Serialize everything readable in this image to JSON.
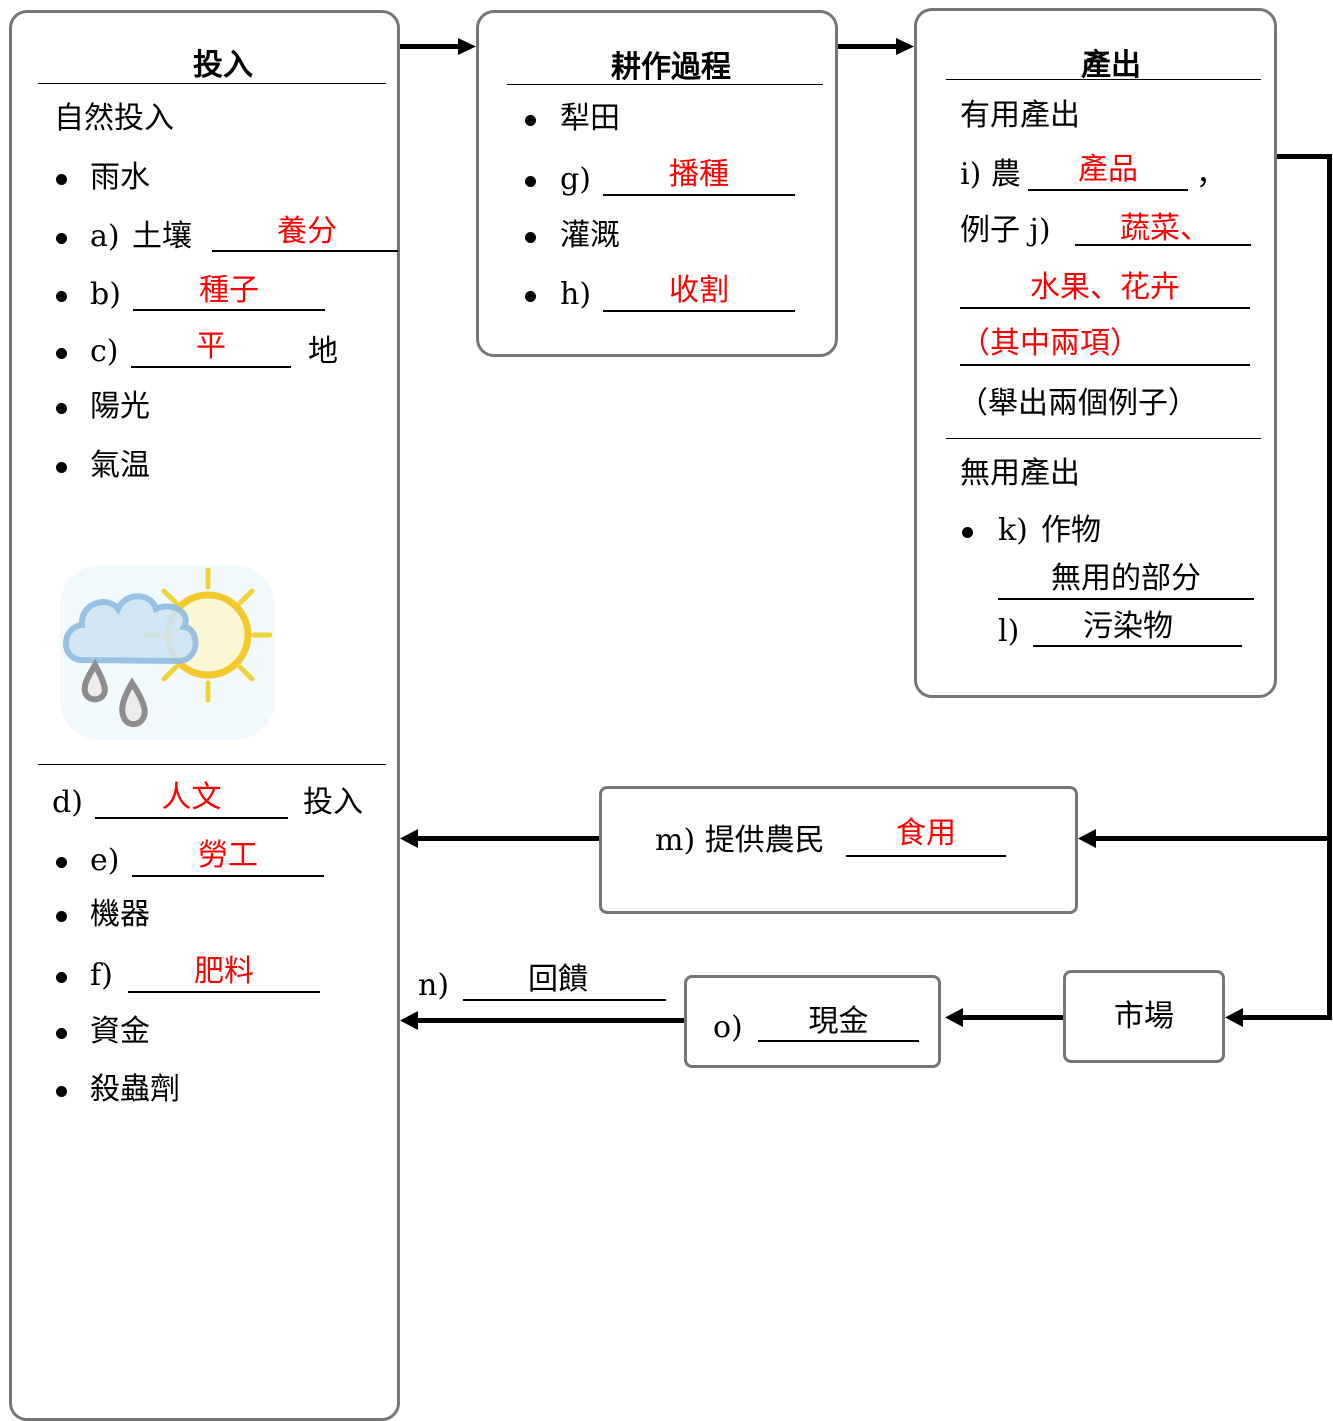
{
  "inputs": {
    "title": "投入",
    "natural_heading": "自然投入",
    "natural_items": [
      {
        "text": "雨水"
      },
      {
        "prefix": "a)",
        "text": "土壤",
        "answer": "養分"
      },
      {
        "prefix": "b)",
        "answer": "種子"
      },
      {
        "prefix": "c)",
        "answer": "平",
        "suffix": "地"
      },
      {
        "text": "陽光"
      },
      {
        "text": "氣温"
      }
    ],
    "weather_icon": "rain-cloud-sun-icon",
    "human": {
      "prefix": "d)",
      "answer": "人文",
      "suffix": "投入"
    },
    "human_items": [
      {
        "prefix": "e)",
        "answer": "勞工"
      },
      {
        "text": "機器"
      },
      {
        "prefix": "f)",
        "answer": "肥料"
      },
      {
        "text": "資金"
      },
      {
        "text": "殺蟲劑"
      }
    ]
  },
  "process": {
    "title": "耕作過程",
    "items": [
      {
        "text": "犁田"
      },
      {
        "prefix": "g)",
        "answer": "播種"
      },
      {
        "text": "灌溉"
      },
      {
        "prefix": "h)",
        "answer": "收割"
      }
    ]
  },
  "outputs": {
    "title": "產出",
    "useful_heading": "有用產出",
    "i_prefix": "i) 農",
    "i_answer": "產品",
    "i_comma": "，",
    "j_prefix": "例子 j)",
    "j_answer_1": "蔬菜、",
    "j_answer_2": "水果、花卉",
    "j_answer_3": "（其中兩項）",
    "j_note": "（舉出兩個例子）",
    "useless_heading": "無用產出",
    "k_prefix": "k)",
    "k_text": "作物",
    "k_answer": "無用的部分",
    "l_prefix": "l)",
    "l_answer": "污染物"
  },
  "feedback_m": {
    "prefix": "m) 提供農民",
    "answer": "食用"
  },
  "feedback_n": {
    "prefix": "n)",
    "answer": "回饋"
  },
  "feedback_o": {
    "prefix": "o)",
    "answer": "現金"
  },
  "market": {
    "label": "市場"
  },
  "colors": {
    "answer": "#ff0000",
    "border": "#767676",
    "arrow": "#000000"
  }
}
